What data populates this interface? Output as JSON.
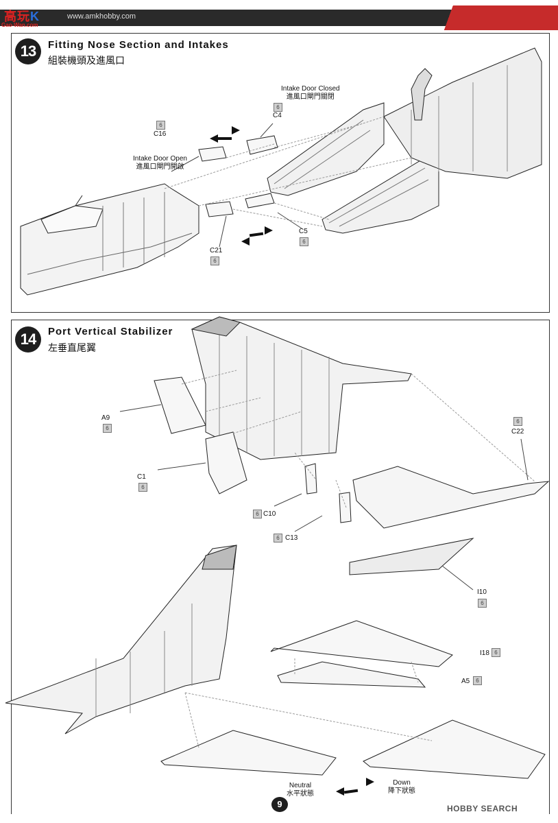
{
  "header": {
    "logo_text": "高玩",
    "logo_k": "K",
    "logo_sub": "Gao-Wan.com",
    "url": "www.amkhobby.com"
  },
  "step13": {
    "number": "13",
    "title": "Fitting Nose Section and Intakes",
    "title_zh": "組裝機頭及進風口",
    "labels": {
      "intake_closed_en": "Intake Door Closed",
      "intake_closed_zh": "進風口閘門關閉",
      "intake_open_en": "Intake Door Open",
      "intake_open_zh": "進風口閘門開啟",
      "c4": "C4",
      "c16": "C16",
      "c5": "C5",
      "c21": "C21"
    },
    "sprue_num": "6"
  },
  "step14": {
    "number": "14",
    "title": "Port Vertical Stabilizer",
    "title_zh": "左垂直尾翼",
    "labels": {
      "a9": "A9",
      "c1": "C1",
      "c10": "C10",
      "c13": "C13",
      "c22": "C22",
      "i10": "I10",
      "i18": "I18",
      "a5": "A5",
      "neutral_en": "Neutral",
      "neutral_zh": "水平狀態",
      "down_en": "Down",
      "down_zh": "降下狀態"
    },
    "sprue_num": "6"
  },
  "footer": {
    "page_number": "9",
    "watermark": "HOBBY SEARCH"
  }
}
